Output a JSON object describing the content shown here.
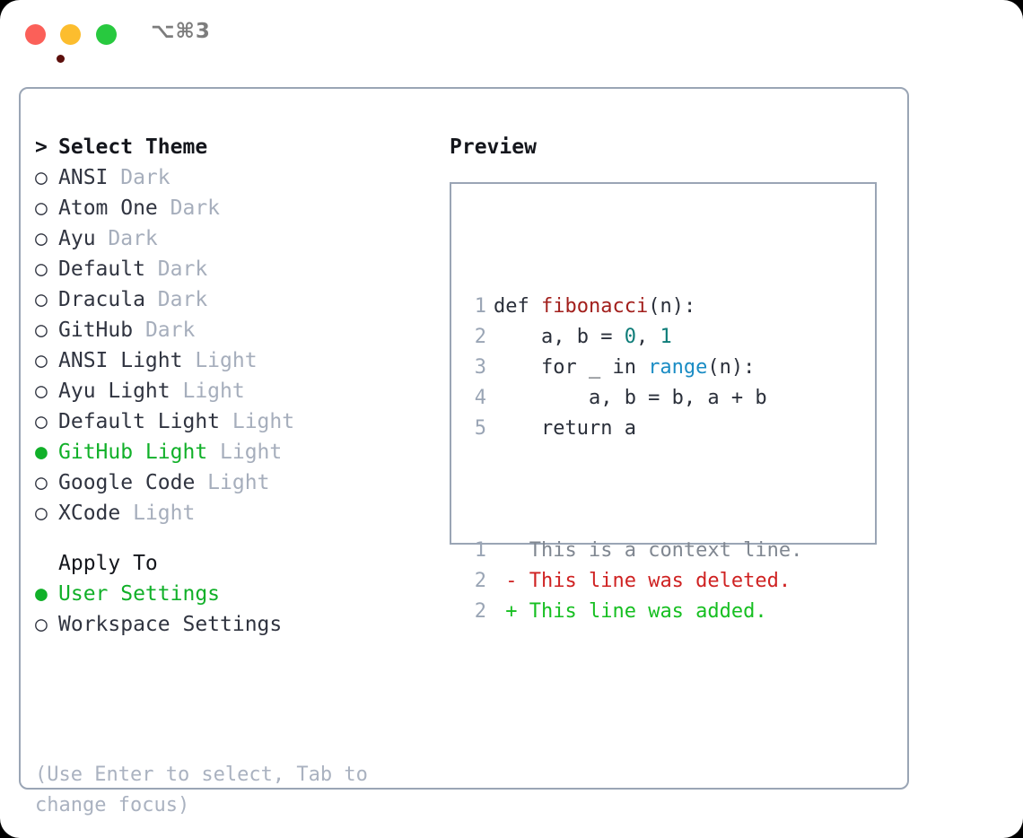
{
  "titlebar": {
    "shortcut": "⌥⌘3",
    "buttons": {
      "close": "close-window",
      "minimize": "minimize-window",
      "maximize": "maximize-window"
    }
  },
  "left": {
    "header": {
      "prompt": ">",
      "label": "Select Theme"
    },
    "bullets": {
      "unselected": "○",
      "selected": "●"
    },
    "themes": [
      {
        "name": "ANSI",
        "variant": "Dark",
        "selected": false
      },
      {
        "name": "Atom One",
        "variant": "Dark",
        "selected": false
      },
      {
        "name": "Ayu",
        "variant": "Dark",
        "selected": false
      },
      {
        "name": "Default",
        "variant": "Dark",
        "selected": false
      },
      {
        "name": "Dracula",
        "variant": "Dark",
        "selected": false
      },
      {
        "name": "GitHub",
        "variant": "Dark",
        "selected": false
      },
      {
        "name": "ANSI Light",
        "variant": "Light",
        "selected": false
      },
      {
        "name": "Ayu Light",
        "variant": "Light",
        "selected": false
      },
      {
        "name": "Default Light",
        "variant": "Light",
        "selected": false
      },
      {
        "name": "GitHub Light",
        "variant": "Light",
        "selected": true
      },
      {
        "name": "Google Code",
        "variant": "Light",
        "selected": false
      },
      {
        "name": "XCode",
        "variant": "Light",
        "selected": false
      }
    ],
    "apply_to": {
      "title": "Apply To",
      "options": [
        {
          "name": "User Settings",
          "selected": true
        },
        {
          "name": "Workspace Settings",
          "selected": false
        }
      ]
    },
    "hint": "(Use Enter to select, Tab to change focus)"
  },
  "right": {
    "title": "Preview",
    "code_lines": [
      {
        "number": "1",
        "tokens": [
          {
            "text": "def ",
            "type": "plain"
          },
          {
            "text": "fibonacci",
            "type": "fn"
          },
          {
            "text": "(n):",
            "type": "plain"
          }
        ]
      },
      {
        "number": "2",
        "tokens": [
          {
            "text": "    a, b = ",
            "type": "plain"
          },
          {
            "text": "0",
            "type": "num"
          },
          {
            "text": ", ",
            "type": "plain"
          },
          {
            "text": "1",
            "type": "num"
          }
        ]
      },
      {
        "number": "3",
        "tokens": [
          {
            "text": "    for _ in ",
            "type": "plain"
          },
          {
            "text": "range",
            "type": "kw"
          },
          {
            "text": "(n):",
            "type": "plain"
          }
        ]
      },
      {
        "number": "4",
        "tokens": [
          {
            "text": "        a, b = b, a + b",
            "type": "plain"
          }
        ]
      },
      {
        "number": "5",
        "tokens": [
          {
            "text": "    return a",
            "type": "plain"
          }
        ]
      }
    ],
    "diff_lines": [
      {
        "number": "1",
        "marker": " ",
        "text": " This is a context line.",
        "type": "context"
      },
      {
        "number": "2",
        "marker": "-",
        "text": " This line was deleted.",
        "type": "deleted"
      },
      {
        "number": "2",
        "marker": "+",
        "text": " This line was added.",
        "type": "added"
      }
    ]
  },
  "colors": {
    "accent_green": "#11b029",
    "border": "#9aa5b5",
    "muted": "#a6aebc",
    "fn_red": "#a21f1c",
    "num_teal": "#0d7c78",
    "kw_blue": "#1a8cc4",
    "diff_add": "#16bf21",
    "diff_del": "#cf2222",
    "diff_ctx": "#808791"
  }
}
